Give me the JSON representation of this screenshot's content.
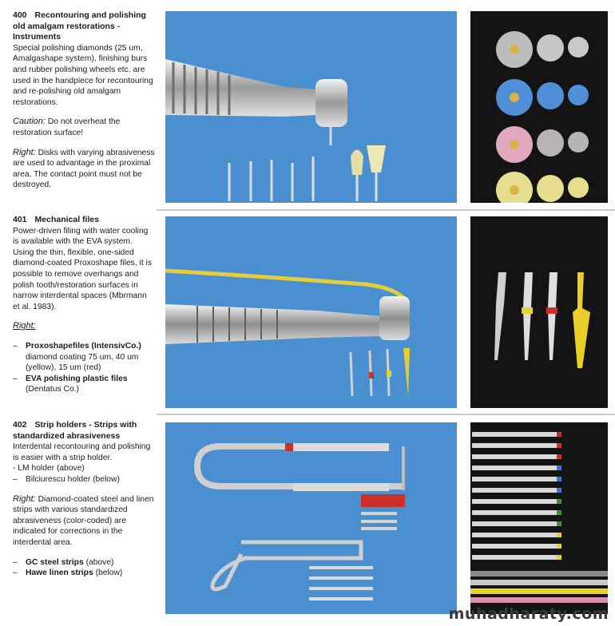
{
  "sections": [
    {
      "number": "400",
      "title": "Recontouring and polishing old amalgam restorations - Instruments",
      "body": "Special polishing diamonds (25 um, Amalgashape system), finishing burs and rubber polishing wheels etc. are used in the handpiece for recontouring and re-polishing old amalgam restorations.",
      "caution_label": "Caution:",
      "caution_text": "Do not overheat the restoration surface!",
      "right_label": "Right:",
      "right_text": "Disks with varying abrasiveness are used to advantage in the proximal area. The contact point must not be destroyed."
    },
    {
      "number": "401",
      "title": "Mechanical files",
      "body": "Power-driven filing with water cooling is available with the EVA system. Using the thin, flexible, one-sided diamond-coated Proxoshape files, it is possible to remove overhangs and polish tooth/restoration surfaces in narrow interdental spaces (Mbrmann et al. 1983).",
      "right_label": "Right:",
      "items": [
        {
          "bold": "Proxoshapefiles (IntensivCo.)",
          "text": "diamond coating 75 um, 40 um (yellow), 15 um (red)"
        },
        {
          "bold": "EVA polishing plastic files",
          "text": "(Dentatus Co.)"
        }
      ]
    },
    {
      "number": "402",
      "title": "Strip holders - Strips with standardized abrasiveness",
      "body": "Interdental recontouring and polishing is easier with a strip holder.",
      "holders": [
        {
          "text": "LM holder (above)"
        },
        {
          "text": "Bilciurescu holder (below)"
        }
      ],
      "right_label": "Right:",
      "right_text": "Diamond-coated steel and linen strips with various standardized abrasiveness (color-coded) are indicated for corrections in the interdental area.",
      "items": [
        {
          "bold": "GC steel strips",
          "text": "(above)"
        },
        {
          "bold": "Hawe linen strips",
          "text": "(below)"
        }
      ]
    }
  ],
  "watermark": "muhadharaty.com",
  "colors": {
    "photo_blue": "#4a8fd0",
    "photo_dark": "#141414",
    "strip_red": "#c8322a",
    "strip_blue": "#3b78c8",
    "strip_green": "#3f8f3a",
    "strip_yellow": "#e6d22a",
    "strip_pink": "#d88fb0"
  },
  "icons": [
    "handpiece-image",
    "polishing-disks-image",
    "files-image",
    "strip-holder-image",
    "strips-image"
  ]
}
